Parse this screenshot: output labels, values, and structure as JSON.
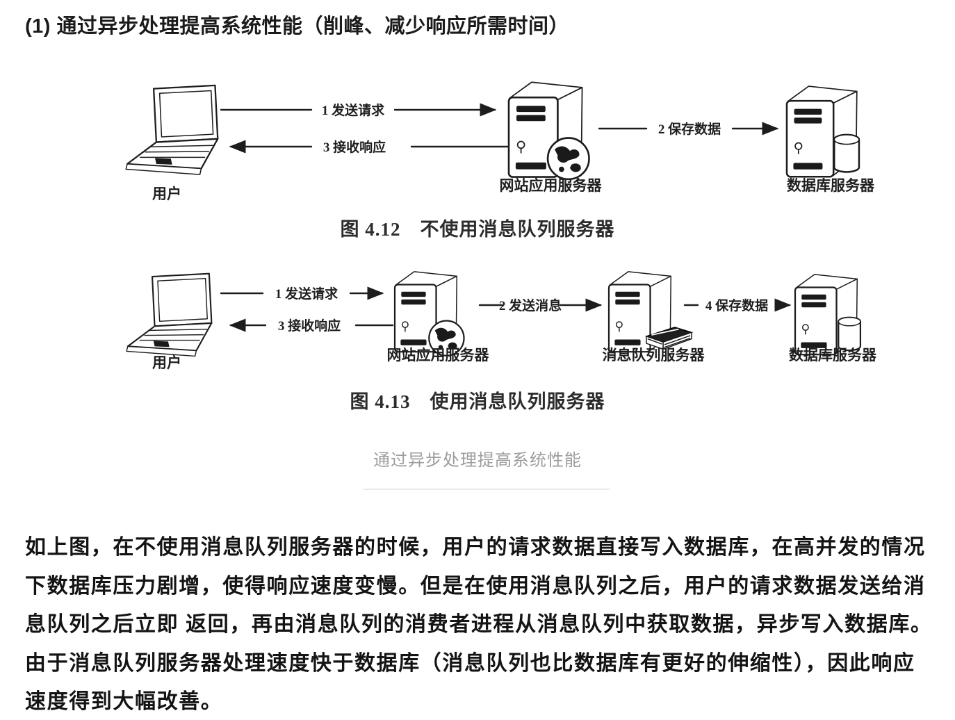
{
  "heading": "(1) 通过异步处理提高系统性能（削峰、减少响应所需时间）",
  "figure1": {
    "caption": "图 4.12　不使用消息队列服务器",
    "user_label": "用户",
    "web_server_label": "网站应用服务器",
    "db_server_label": "数据库服务器",
    "arrow_send_request": "1 发送请求",
    "arrow_receive_response": "3 接收响应",
    "arrow_save_data": "2 保存数据"
  },
  "figure2": {
    "caption": "图 4.13　使用消息队列服务器",
    "user_label": "用户",
    "web_server_label": "网站应用服务器",
    "mq_server_label": "消息队列服务器",
    "db_server_label": "数据库服务器",
    "arrow_send_request": "1 发送请求",
    "arrow_receive_response": "3 接收响应",
    "arrow_send_message": "2 发送消息",
    "arrow_save_data": "4 保存数据"
  },
  "image_caption": "通过异步处理提高系统性能",
  "body": {
    "lines": [
      "如上图，在不使用消息队列服务器的时候，用户的请求数据直接写入数据库，在高并发的情况",
      "下数据库压力剧增，使得响应速度变慢。但是在使用消息队列之后，用户的请求数据发送给消",
      "息队列之后立即 返回，再由消息队列的消费者进程从消息队列中获取数据，异步写入数据库。",
      "由于消息队列服务器处理速度快于数据库（消息队列也比数据库有更好的伸缩性），因此响应",
      "速度得到大幅改善。"
    ]
  },
  "colors": {
    "body_text": "#141414",
    "caption_gray": "#9d9d9d",
    "divider": "#e9e9e9",
    "diagram_ink": "#1d1d1d"
  }
}
